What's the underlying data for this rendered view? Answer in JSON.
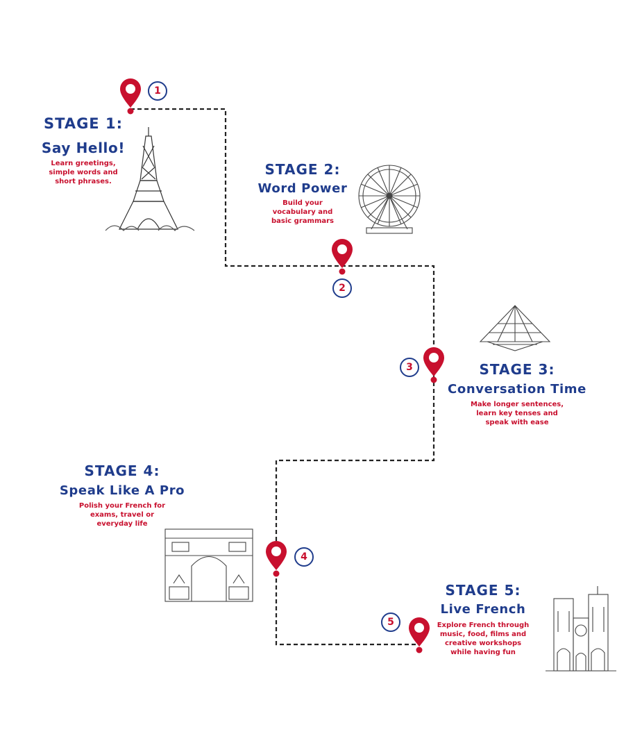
{
  "colors": {
    "title": "#1f3c8c",
    "desc": "#c8102e",
    "pin": "#c8102e",
    "path": "#222222"
  },
  "stages": [
    {
      "number": "1",
      "title": "STAGE 1:",
      "subtitle": "Say Hello!",
      "description": [
        "Learn greetings,",
        "simple words and",
        "short phrases."
      ],
      "icon": "eiffel-tower-icon"
    },
    {
      "number": "2",
      "title": "STAGE 2:",
      "subtitle": "Word Power",
      "description": [
        "Build your",
        "vocabulary and",
        "basic grammars"
      ],
      "icon": "ferris-wheel-icon"
    },
    {
      "number": "3",
      "title": "STAGE 3:",
      "subtitle": "Conversation Time",
      "description": [
        "Make longer sentences,",
        "learn key tenses and",
        "speak with ease"
      ],
      "icon": "louvre-pyramid-icon"
    },
    {
      "number": "4",
      "title": "STAGE 4:",
      "subtitle": "Speak Like A Pro",
      "description": [
        "Polish your French for",
        "exams, travel or",
        "everyday life"
      ],
      "icon": "arc-de-triomphe-icon"
    },
    {
      "number": "5",
      "title": "STAGE 5:",
      "subtitle": "Live French",
      "description": [
        "Explore French through",
        "music, food, films and",
        "creative workshops",
        "while having fun"
      ],
      "icon": "notre-dame-icon"
    }
  ]
}
